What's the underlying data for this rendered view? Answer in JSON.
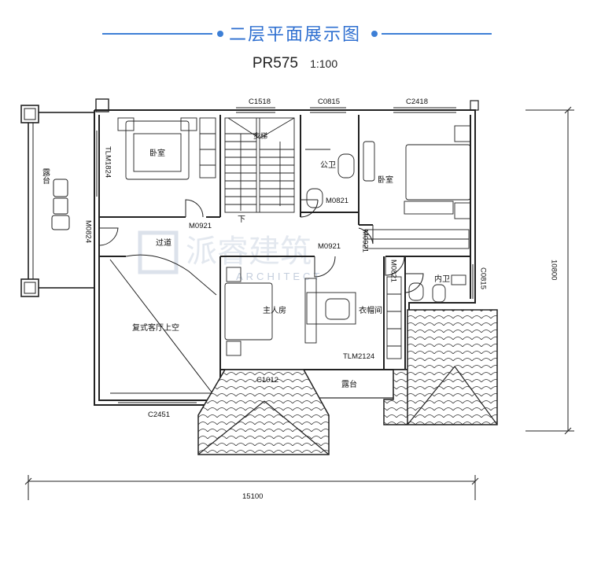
{
  "header": {
    "title": "二层平面展示图",
    "plan_code": "PR575",
    "scale": "1:100"
  },
  "rooms": {
    "terrace_left": "露台",
    "bedroom_nw": "卧室",
    "stair": "步梯",
    "stair_down": "下",
    "public_bath": "公卫",
    "bedroom_ne": "卧室",
    "corridor": "过道",
    "double_height": "复式客厅上空",
    "master_bedroom": "主人房",
    "closet": "衣帽间",
    "private_bath": "内卫",
    "terrace_bottom": "露台"
  },
  "openings": {
    "c1518": "C1518",
    "c0815_top": "C0815",
    "c2418": "C2418",
    "tlm1824": "TLM1824",
    "m0921_left": "M0921",
    "m0821_top": "M0821",
    "m0921_right": "M0921",
    "m0921_center": "M0921",
    "m0824": "M0824",
    "m0821_mid": "M0821",
    "c0815_right": "C0815",
    "tlm2124": "TLM2124",
    "c1012": "C1012",
    "c2451": "C2451"
  },
  "dimensions": {
    "width": "15100",
    "height": "10800"
  },
  "watermark": "派睿建筑",
  "watermark_sub": "ARCHITECT"
}
